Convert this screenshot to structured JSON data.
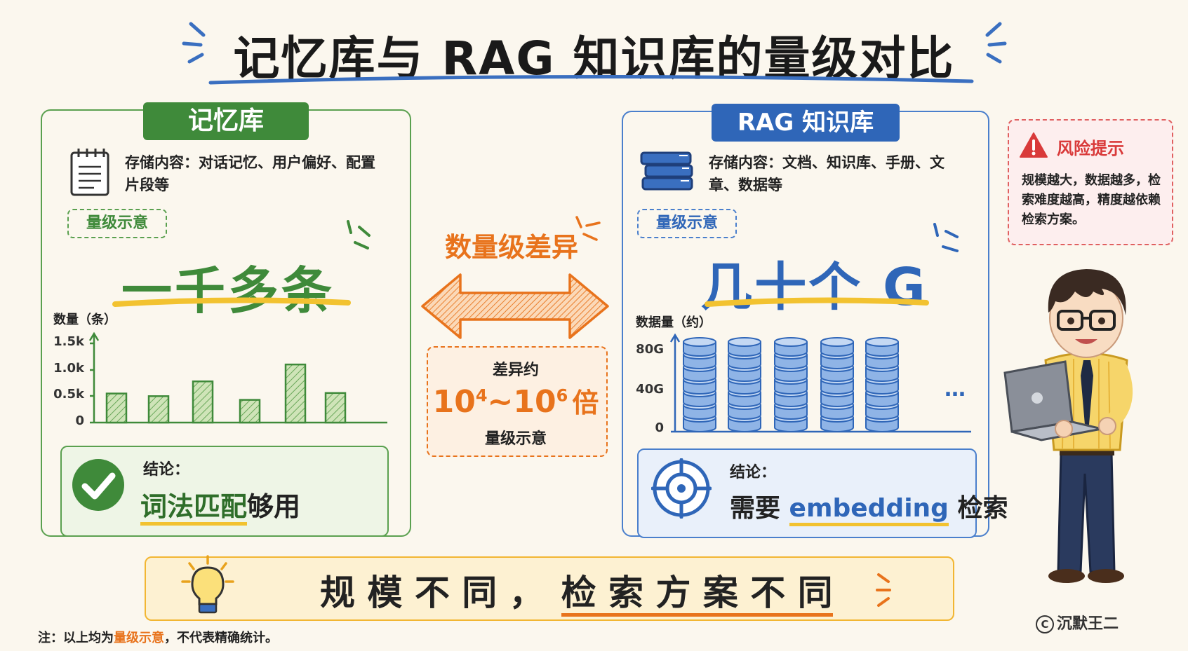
{
  "title": "记忆库与 RAG 知识库的量级对比",
  "left": {
    "tag": "记忆库",
    "content": "存储内容：对话记忆、用户偏好、配置片段等",
    "scale_label": "量级示意",
    "magnitude": "一千多条",
    "conclusion_label": "结论：",
    "conclusion_emph": "词法匹配",
    "conclusion_rest": "够用"
  },
  "middle": {
    "diff_label": "数量级差异",
    "approx_label": "差异约",
    "ratio_base1": "10",
    "ratio_exp1": "4",
    "ratio_tilde": "~",
    "ratio_base2": "10",
    "ratio_exp2": "6",
    "ratio_unit": "倍",
    "scale_label": "量级示意"
  },
  "right": {
    "tag": "RAG 知识库",
    "content": "存储内容：文档、知识库、手册、文章、数据等",
    "scale_label": "量级示意",
    "magnitude": "几十个 G",
    "conclusion_label": "结论：",
    "conclusion_pre": "需要 ",
    "conclusion_emph": "embedding",
    "conclusion_post": " 检索",
    "ellipsis": "…"
  },
  "risk": {
    "title": "风险提示",
    "body": "规模越大，数据越多，检索难度越高，精度越依赖检索方案。"
  },
  "bottom": {
    "part1": "规 模 不 同 ，",
    "part2": "检 索 方 案 不 同"
  },
  "footnote": {
    "pre": "注：以上均为",
    "emph": "量级示意",
    "post": "，不代表精确统计。"
  },
  "credit": "沉默王二",
  "colors": {
    "green": "#3f8a3a",
    "blue": "#2f66b8",
    "orange": "#e8731c",
    "red": "#d93a3a",
    "yellow": "#f2b632"
  },
  "chart_data": [
    {
      "type": "bar",
      "ylabel": "数量（条）",
      "yticks": [
        "1.5k",
        "1.0k",
        "0.5k",
        "0"
      ],
      "ylim": [
        0,
        1500
      ],
      "values": [
        550,
        500,
        780,
        430,
        1100,
        560
      ]
    },
    {
      "type": "bar",
      "ylabel": "数据量（约）",
      "yticks": [
        "80G",
        "40G",
        "0"
      ],
      "ylim": [
        0,
        100
      ],
      "values": [
        100,
        100,
        100,
        100,
        100
      ]
    }
  ]
}
